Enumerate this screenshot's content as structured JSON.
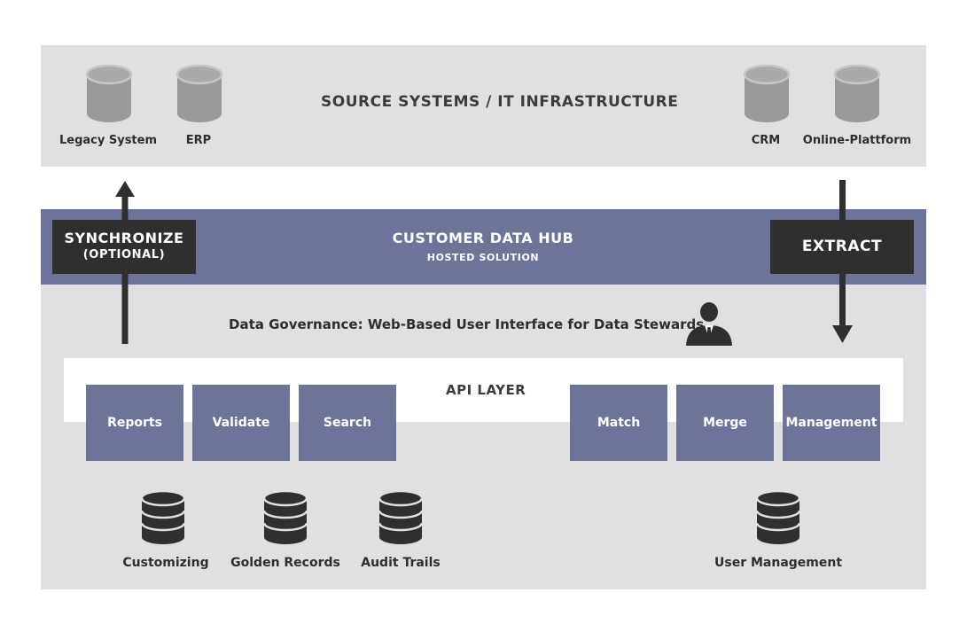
{
  "source_systems": {
    "title": "SOURCE SYSTEMS / IT INFRASTRUCTURE",
    "systems": [
      {
        "label": "Legacy System",
        "icon": "database-cylinder-icon"
      },
      {
        "label": "ERP",
        "icon": "database-cylinder-icon"
      },
      {
        "label": "CRM",
        "icon": "database-cylinder-icon"
      },
      {
        "label": "Online-Plattform",
        "icon": "database-cylinder-icon"
      }
    ],
    "background_color": "#e0e0e2",
    "icon_color": "#9a9a9c"
  },
  "hub": {
    "title": "CUSTOMER DATA HUB",
    "subtitle": "HOSTED SOLUTION",
    "color": "#6e7499"
  },
  "synchronize": {
    "label": "SYNCHRONIZE",
    "sublabel": "(OPTIONAL)",
    "arrow_direction": "up"
  },
  "extract": {
    "label": "EXTRACT",
    "arrow_direction": "down"
  },
  "governance": {
    "text": "Data Governance: Web-Based User Interface for Data Stewards",
    "icon": "data-steward-person-icon"
  },
  "api_layer": {
    "title": "API LAYER",
    "modules": [
      "Reports",
      "Validate",
      "Search",
      "Match",
      "Merge",
      "Management"
    ]
  },
  "storage": [
    {
      "label": "Customizing",
      "icon": "database-stack-icon"
    },
    {
      "label": "Golden Records",
      "icon": "database-stack-icon"
    },
    {
      "label": "Audit Trails",
      "icon": "database-stack-icon"
    },
    {
      "label": "User Management",
      "icon": "database-stack-icon"
    }
  ],
  "colors": {
    "dark_box": "#2f2f2f",
    "module": "#6e7499",
    "panel": "#e0e0e2"
  }
}
